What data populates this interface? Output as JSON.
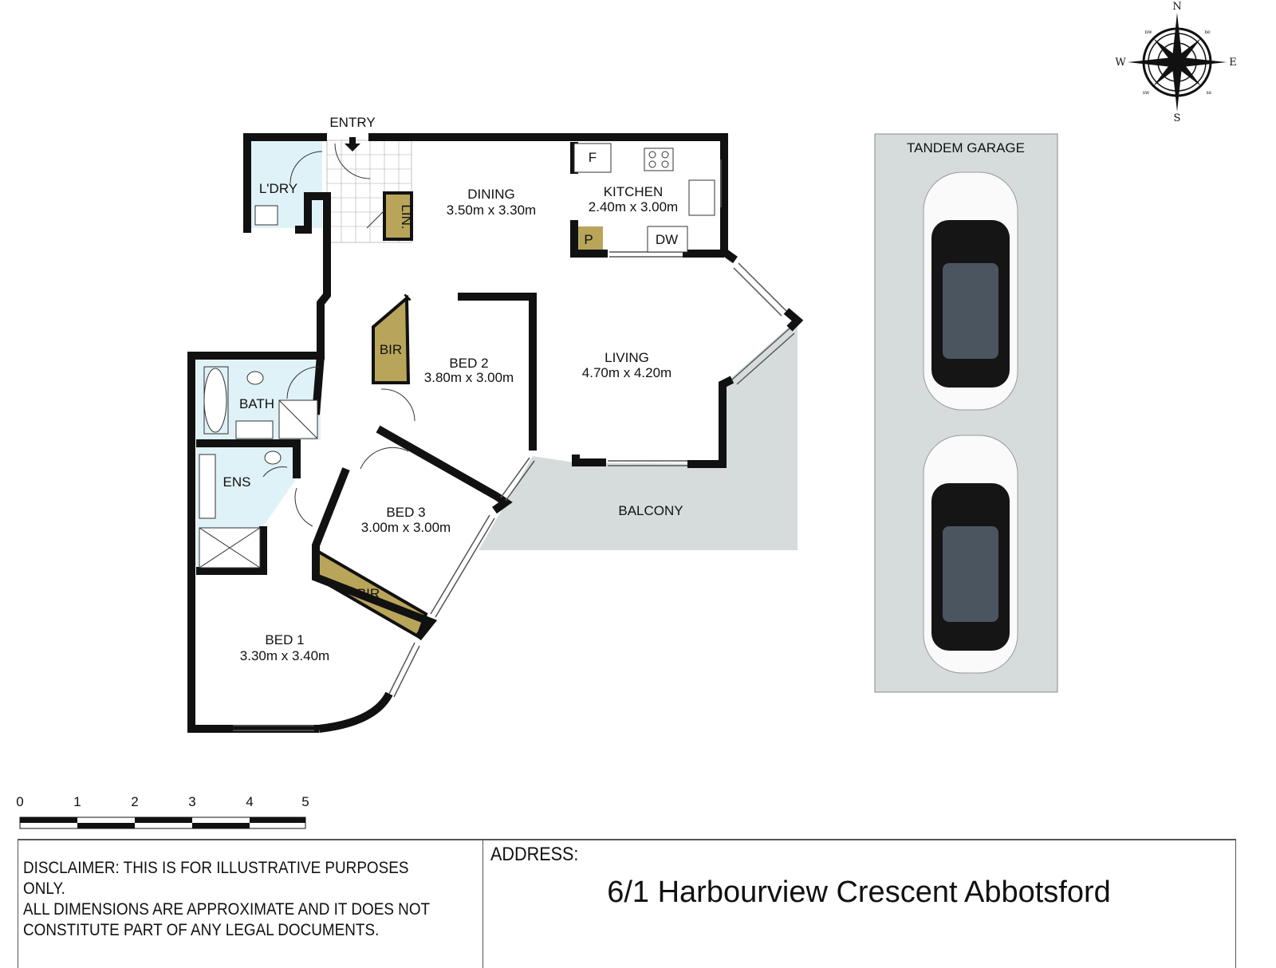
{
  "compass": {
    "n": "N",
    "s": "S",
    "e": "E",
    "w": "W",
    "nw": "nw",
    "ne": "ne",
    "sw": "sw",
    "se": "se"
  },
  "entry_label": "ENTRY",
  "rooms": {
    "laundry": {
      "name": "L'DRY"
    },
    "linen": {
      "name": "LIN."
    },
    "dining": {
      "name": "DINING",
      "dims": "3.50m x 3.30m"
    },
    "kitchen": {
      "name": "KITCHEN",
      "dims": "2.40m x 3.00m"
    },
    "living": {
      "name": "LIVING",
      "dims": "4.70m x 4.20m"
    },
    "bed2": {
      "name": "BED 2",
      "dims": "3.80m x 3.00m"
    },
    "bed3": {
      "name": "BED 3",
      "dims": "3.00m x 3.00m"
    },
    "bed1": {
      "name": "BED 1",
      "dims": "3.30m x 3.40m"
    },
    "bath": {
      "name": "BATH"
    },
    "ens": {
      "name": "ENS"
    },
    "balcony": {
      "name": "BALCONY"
    },
    "bir_bed2": {
      "name": "BIR"
    },
    "bir_bed3": {
      "name": "BIR"
    }
  },
  "fixtures": {
    "fridge": "F",
    "pantry": "P",
    "dishwasher": "DW"
  },
  "garage": {
    "title": "TANDEM GARAGE"
  },
  "scale": {
    "ticks": [
      "0",
      "1",
      "2",
      "3",
      "4",
      "5"
    ]
  },
  "colors": {
    "wall": "#111111",
    "wet_area": "#dff2f7",
    "builtin": "#b9a55a",
    "outdoor": "#d6dcdc"
  },
  "footer": {
    "disclaimer": [
      "DISCLAIMER: THIS IS FOR ILLUSTRATIVE PURPOSES ONLY.",
      "ALL DIMENSIONS ARE APPROXIMATE AND IT DOES NOT",
      "CONSTITUTE PART OF ANY LEGAL DOCUMENTS."
    ],
    "address_label": "ADDRESS:",
    "address": "6/1 Harbourview Crescent Abbotsford"
  }
}
